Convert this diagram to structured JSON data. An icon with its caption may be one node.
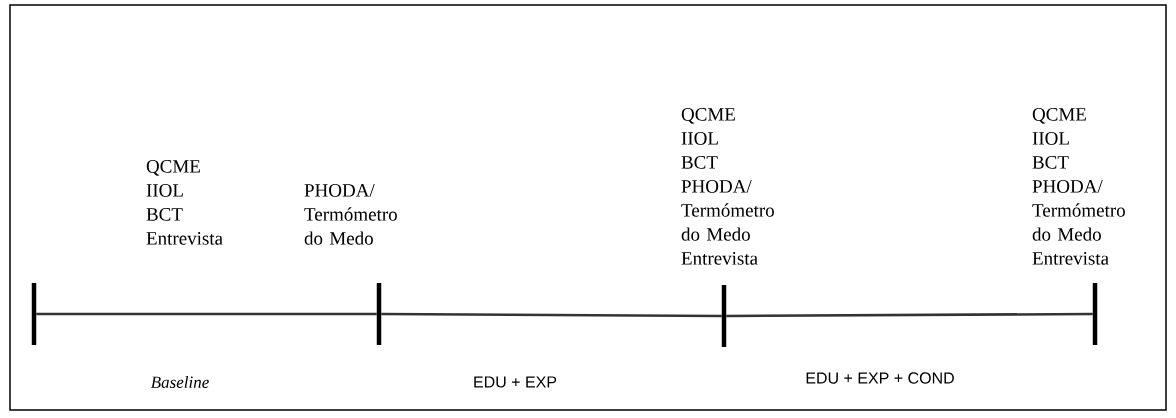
{
  "diagram": {
    "nodes": [
      {
        "text": [],
        "shape": "bar",
        "beside": [
          "QCME",
          "IIOL",
          "BCT",
          "Entrevista"
        ]
      },
      {
        "text": [],
        "shape": "bar",
        "beside": [
          "PHODA/ Termómetro do Medo"
        ]
      },
      {
        "text": [],
        "shape": "bar",
        "beside": [
          "QCME",
          "IIOL",
          "BCT",
          "PHODA/ Termómetro do Medo",
          "Entrevista"
        ]
      },
      {
        "text": [],
        "shape": "bar",
        "beside": [
          "QCME",
          "IIOL",
          "BCT",
          "PHODA/ Termómetro do Medo",
          "Entrevista"
        ]
      }
    ],
    "edges": [
      {
        "from": 0,
        "to": 1,
        "arrow": "none",
        "label": "Baseline"
      },
      {
        "from": 1,
        "to": 2,
        "arrow": "none",
        "label": "EDU + EXP"
      },
      {
        "from": 2,
        "to": 3,
        "arrow": "none",
        "label": "EDU + EXP + COND"
      }
    ]
  }
}
